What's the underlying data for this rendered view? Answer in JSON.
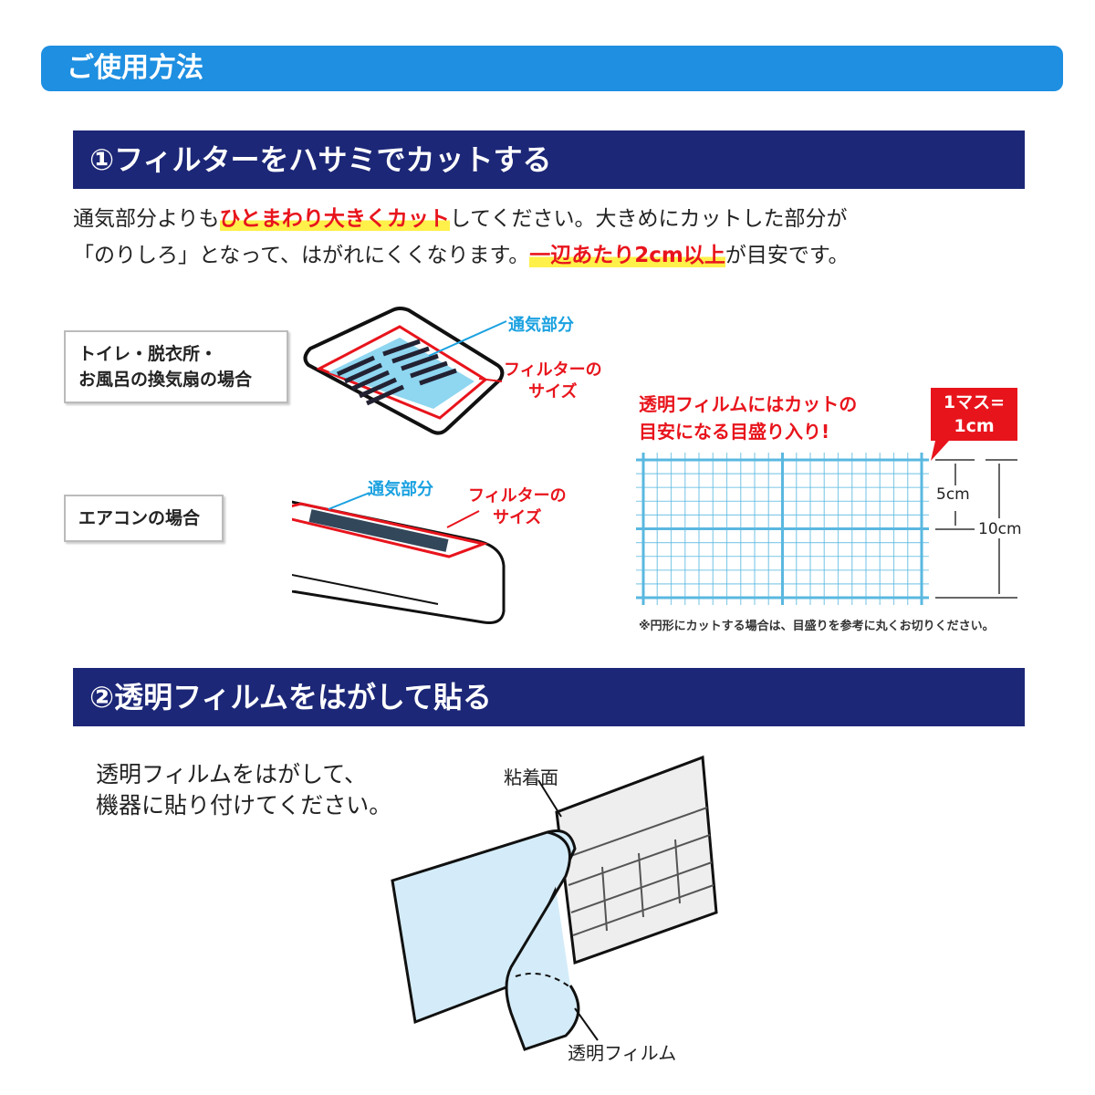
{
  "header": {
    "title": "ご使用方法"
  },
  "step1": {
    "title": "①フィルターをハサミでカットする",
    "line1_pre": "通気部分よりも",
    "line1_hl": "ひとまわり大きくカット",
    "line1_post": "してください。大きめにカットした部分が",
    "line2_pre": "「のりしろ」となって、はがれにくくなります。",
    "line2_hl": "一辺あたり2cm以上",
    "line2_post": "が目安です。",
    "fan_label": "トイレ・脱衣所・\nお風呂の換気扇の場合",
    "ac_label": "エアコンの場合",
    "vent_label": "通気部分",
    "filter_size_label": "フィルターの\nサイズ",
    "grid_caption": "透明フィルムにはカットの\n目安になる目盛り入り!",
    "grid_badge": "1マス=\n1cm",
    "dim_5": "5cm",
    "dim_10": "10cm",
    "grid_note": "※円形にカットする場合は、目盛りを参考に丸くお切りください。"
  },
  "step2": {
    "title": "②透明フィルムをはがして貼る",
    "instruction": "透明フィルムをはがして、\n機器に貼り付けてください。",
    "adhesive_label": "粘着面",
    "film_label": "透明フィルム"
  },
  "colors": {
    "header": "#1e8fe1",
    "step": "#1c2777",
    "accent_red": "#e8141c",
    "highlight": "#fff04a",
    "grid": "#5ab8e0"
  }
}
